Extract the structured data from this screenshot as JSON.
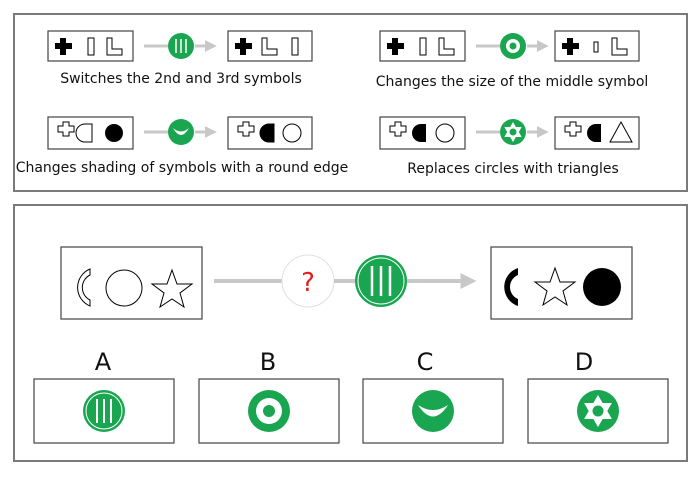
{
  "examples": [
    {
      "caption": "Switches the 2nd and 3rd symbols",
      "operator": "vertical-lines-icon"
    },
    {
      "caption": "Changes the size of the middle symbol",
      "operator": "ring-dot-icon"
    },
    {
      "caption": "Changes shading of symbols with a round edge",
      "operator": "smile-icon"
    },
    {
      "caption": "Replaces circles with triangles",
      "operator": "star-of-david-icon"
    }
  ],
  "puzzle": {
    "unknown_mark": "?",
    "operator": "vertical-lines-icon"
  },
  "options": [
    {
      "letter": "A",
      "operator": "vertical-lines-icon"
    },
    {
      "letter": "B",
      "operator": "ring-dot-icon"
    },
    {
      "letter": "C",
      "operator": "smile-icon"
    },
    {
      "letter": "D",
      "operator": "star-of-david-icon"
    }
  ],
  "colors": {
    "green": "#1aa651",
    "arrow": "#c8c8c8",
    "question": "#e02020",
    "border": "#7a7a7a"
  }
}
